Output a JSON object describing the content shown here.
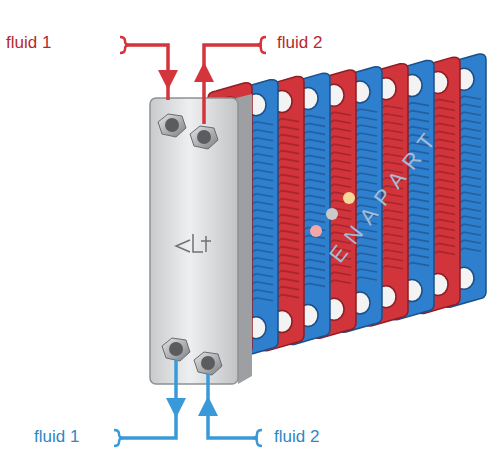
{
  "diagram": {
    "labels": [
      "fluid 1",
      "fluid 2",
      "fluid 1",
      "fluid 2",
      "ENAPART"
    ]
  }
}
